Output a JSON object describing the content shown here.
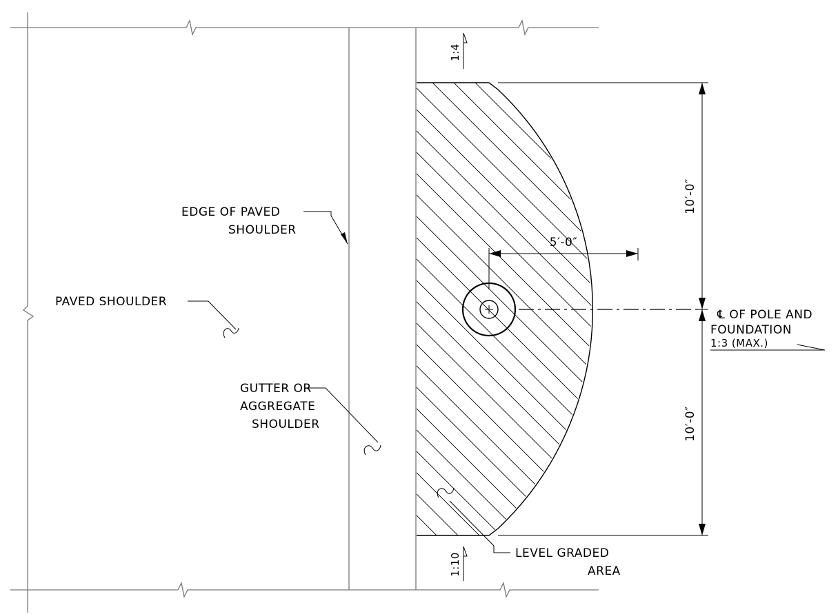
{
  "labels": {
    "edge_of_paved_line1": "EDGE OF PAVED",
    "edge_of_paved_line2": "SHOULDER",
    "paved_shoulder": "PAVED SHOULDER",
    "gutter_line1": "GUTTER OR",
    "gutter_line2": "AGGREGATE",
    "gutter_line3": "SHOULDER",
    "level_graded_line1": "LEVEL GRADED",
    "level_graded_line2": "AREA",
    "centerline_line1": "℄ OF POLE AND",
    "centerline_line2": "FOUNDATION",
    "slope_max": "1:3 (MAX.)",
    "slope_top": "1:4",
    "slope_bottom": "1:10"
  },
  "dimensions": {
    "radius": "5′-0″",
    "upper_half": "10′-0″",
    "lower_half": "10′-0″"
  }
}
